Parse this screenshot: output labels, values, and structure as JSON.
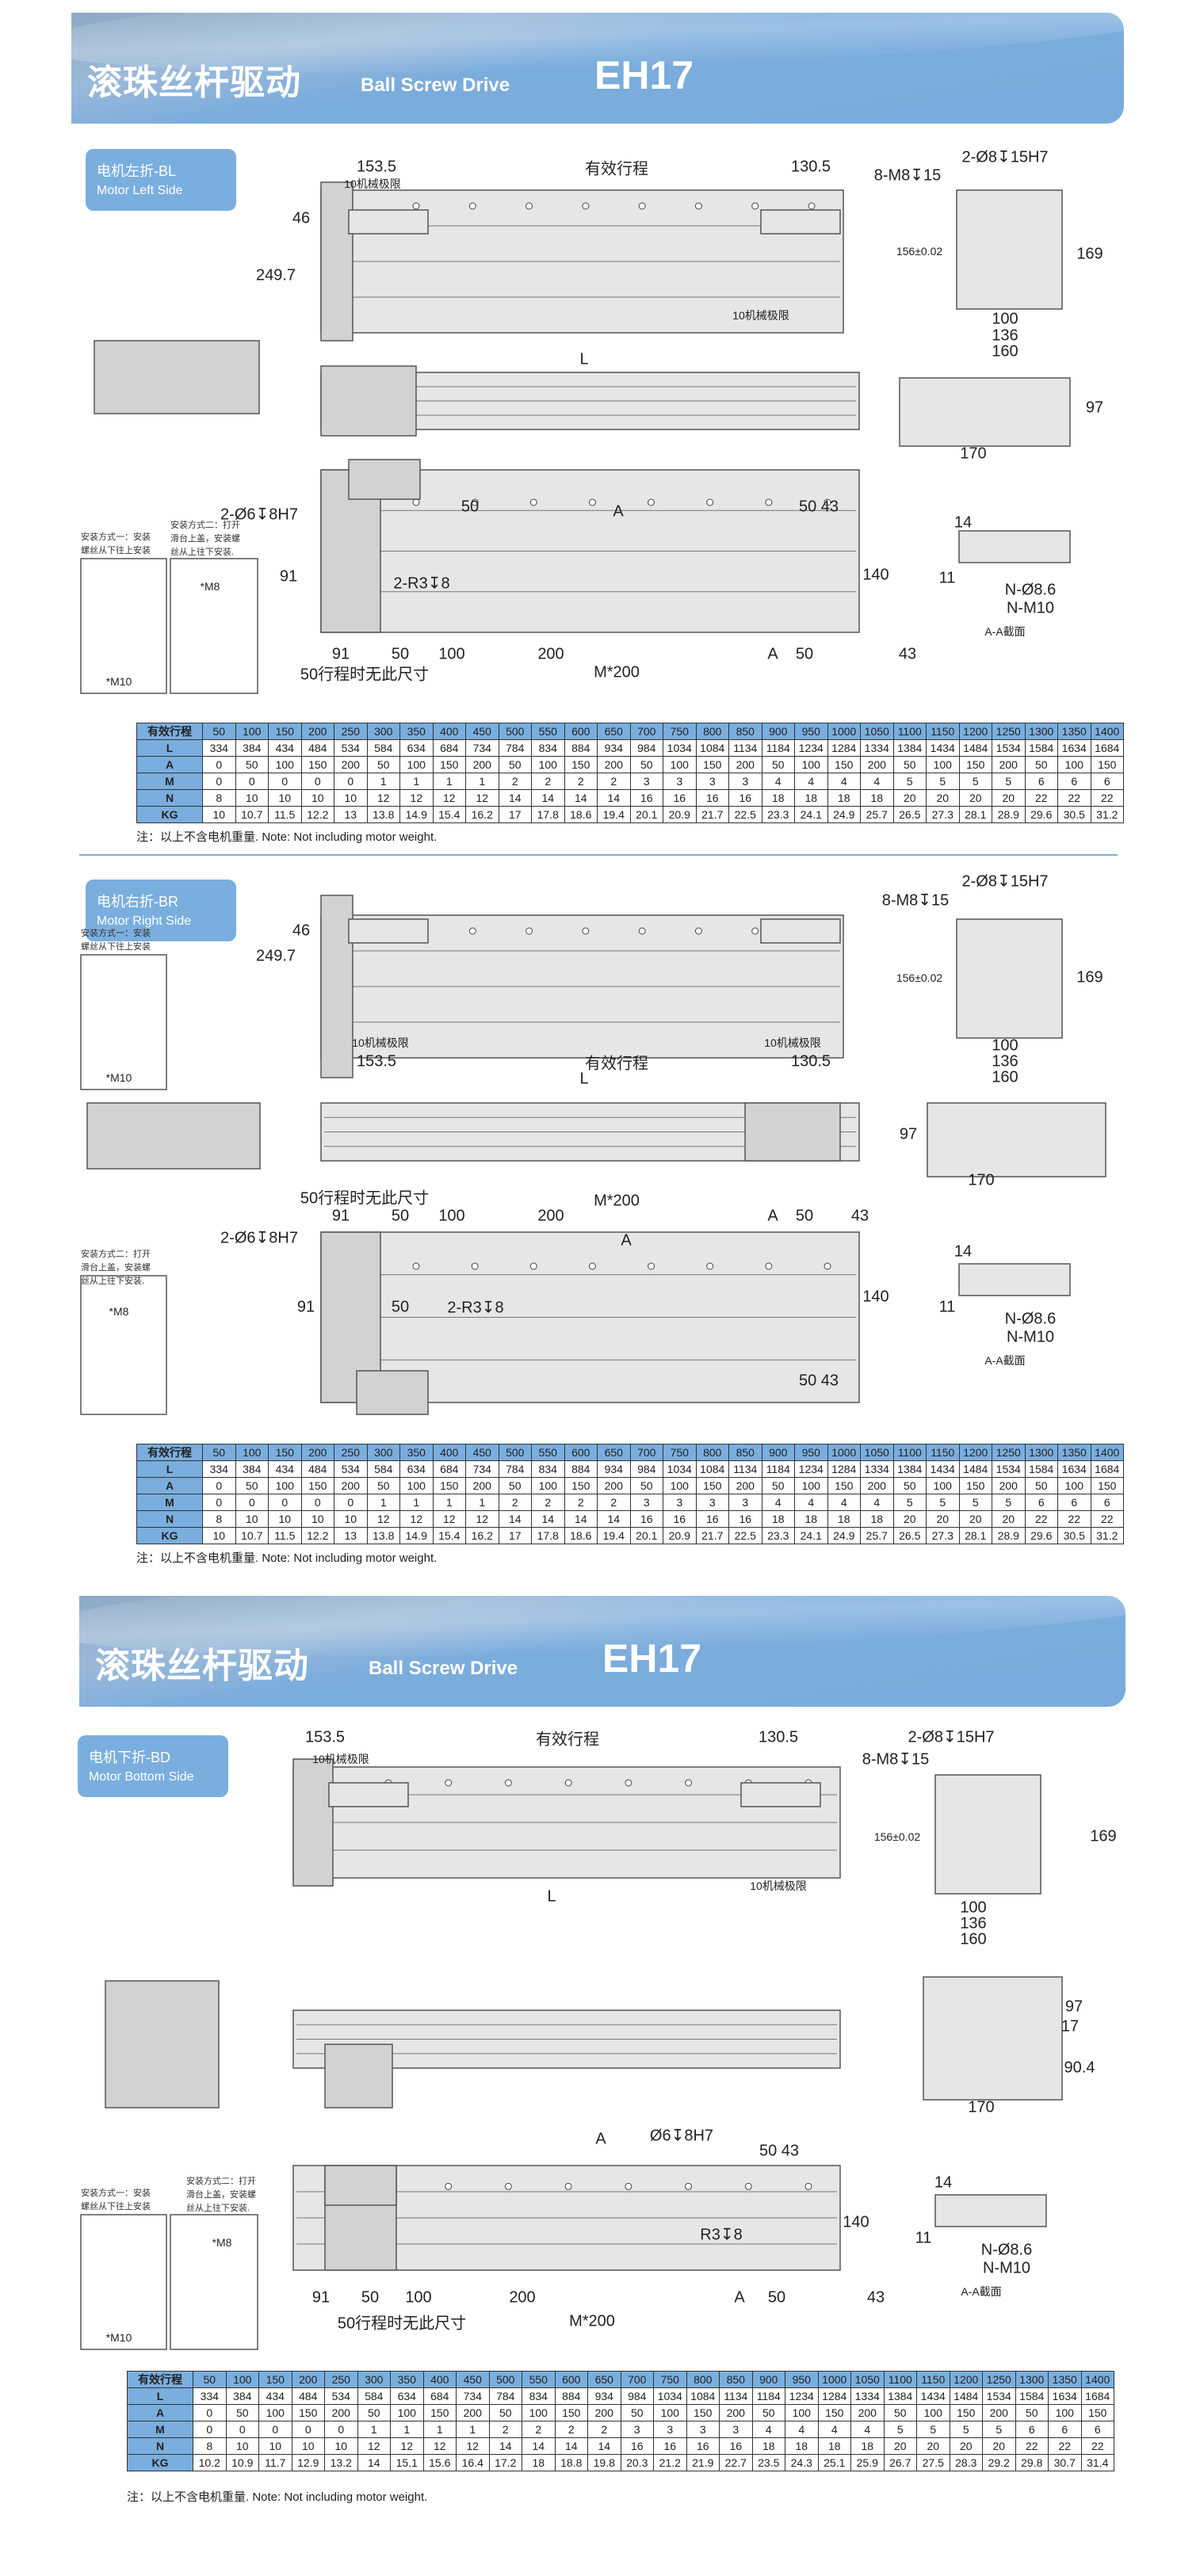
{
  "header": {
    "title_cn": "滚珠丝杆驱动",
    "title_en": "Ball Screw Drive",
    "model": "EH17"
  },
  "sections": [
    {
      "id": "bl",
      "label_cn": "电机左折-BL",
      "label_en": "Motor Left Side",
      "dims": {
        "d153": "153.5",
        "stroke": "有效行程",
        "d130": "130.5",
        "limit1": "10机械极限",
        "limit2": "10机械极限",
        "d46": "46",
        "d249": "249.7",
        "L": "L",
        "holes": "2-Ø8↧15H7",
        "threads": "8-M8↧15",
        "d156": "156±0.02",
        "d169": "169",
        "d100": "100",
        "d136": "136",
        "d160": "160",
        "d97": "97",
        "d170": "170",
        "dowel": "2-Ø6↧8H7",
        "b50": "50",
        "bA": "A",
        "b5043": "50  43",
        "b91": "91",
        "r3": "2-R3↧8",
        "d140": "140",
        "r91": "91",
        "r50": "50",
        "r100": "100",
        "r200": "200",
        "rA": "A",
        "r50b": "50",
        "r43": "43",
        "m200": "M*200",
        "nodim": "50行程时无此尺寸",
        "aa14": "14",
        "aa11": "11",
        "aan86": "N-Ø8.6",
        "aanm10": "N-M10",
        "aacap": "A-A截面"
      },
      "mount": {
        "way1": "安装方式一：安装\n螺丝从下往上安装",
        "way2": "安装方式二：打开\n滑台上盖，安装螺\n丝从上往下安装.",
        "m10": "*M10",
        "m8": "*M8"
      }
    },
    {
      "id": "br",
      "label_cn": "电机右折-BR",
      "label_en": "Motor Right Side",
      "dims": {
        "d153": "153.5",
        "stroke": "有效行程",
        "d130": "130.5",
        "limit1": "10机械极限",
        "limit2": "10机械极限",
        "d46": "46",
        "d249": "249.7",
        "L": "L",
        "holes": "2-Ø8↧15H7",
        "threads": "8-M8↧15",
        "d156": "156±0.02",
        "d169": "169",
        "d100": "100",
        "d136": "136",
        "d160": "160",
        "d97": "97",
        "d170": "170",
        "dowel": "2-Ø6↧8H7",
        "b50": "50",
        "bA": "A",
        "b5043": "50  43",
        "b91": "91",
        "r3": "2-R3↧8",
        "d140": "140",
        "r91": "91",
        "r50": "50",
        "r100": "100",
        "r200": "200",
        "rA": "A",
        "r50b": "50",
        "r43": "43",
        "m200": "M*200",
        "nodim": "50行程时无此尺寸",
        "aa14": "14",
        "aa11": "11",
        "aan86": "N-Ø8.6",
        "aanm10": "N-M10",
        "aacap": "A-A截面"
      },
      "mount": {
        "way1": "安装方式一：安装\n螺丝从下往上安装",
        "way2": "安装方式二：打开\n滑台上盖，安装螺\n丝从上往下安装.",
        "m10": "*M10",
        "m8": "*M8"
      }
    },
    {
      "id": "bd",
      "label_cn": "电机下折-BD",
      "label_en": "Motor Bottom Side",
      "dims": {
        "d153": "153.5",
        "stroke": "有效行程",
        "d130": "130.5",
        "limit1": "10机械极限",
        "limit2": "10机械极限",
        "L": "L",
        "holes": "2-Ø8↧15H7",
        "threads": "8-M8↧15",
        "d156": "156±0.02",
        "d169": "169",
        "d100": "100",
        "d136": "136",
        "d160": "160",
        "d97": "97",
        "d17": "17",
        "d904": "90.4",
        "d170": "170",
        "dowel": "Ø6↧8H7",
        "b5043": "50  43",
        "bA": "A",
        "r3": "R3↧8",
        "d140": "140",
        "r91": "91",
        "r50": "50",
        "r100": "100",
        "r200": "200",
        "rA": "A",
        "r50b": "50",
        "r43": "43",
        "m200": "M*200",
        "nodim": "50行程时无此尺寸",
        "aa14": "14",
        "aa11": "11",
        "aan86": "N-Ø8.6",
        "aanm10": "N-M10",
        "aacap": "A-A截面"
      },
      "mount": {
        "way1": "安装方式一：安装\n螺丝从下往上安装",
        "way2": "安装方式二：打开\n滑台上盖，安装螺\n丝从上往下安装.",
        "m10": "*M10",
        "m8": "*M8"
      }
    }
  ],
  "tables": [
    {
      "rows": [
        [
          "有效行程",
          "50",
          "100",
          "150",
          "200",
          "250",
          "300",
          "350",
          "400",
          "450",
          "500",
          "550",
          "600",
          "650",
          "700",
          "750",
          "800",
          "850",
          "900",
          "950",
          "1000",
          "1050",
          "1100",
          "1150",
          "1200",
          "1250",
          "1300",
          "1350",
          "1400"
        ],
        [
          "L",
          "334",
          "384",
          "434",
          "484",
          "534",
          "584",
          "634",
          "684",
          "734",
          "784",
          "834",
          "884",
          "934",
          "984",
          "1034",
          "1084",
          "1134",
          "1184",
          "1234",
          "1284",
          "1334",
          "1384",
          "1434",
          "1484",
          "1534",
          "1584",
          "1634",
          "1684"
        ],
        [
          "A",
          "0",
          "50",
          "100",
          "150",
          "200",
          "50",
          "100",
          "150",
          "200",
          "50",
          "100",
          "150",
          "200",
          "50",
          "100",
          "150",
          "200",
          "50",
          "100",
          "150",
          "200",
          "50",
          "100",
          "150",
          "200",
          "50",
          "100",
          "150"
        ],
        [
          "M",
          "0",
          "0",
          "0",
          "0",
          "0",
          "1",
          "1",
          "1",
          "1",
          "2",
          "2",
          "2",
          "2",
          "3",
          "3",
          "3",
          "3",
          "4",
          "4",
          "4",
          "4",
          "5",
          "5",
          "5",
          "5",
          "6",
          "6",
          "6"
        ],
        [
          "N",
          "8",
          "10",
          "10",
          "10",
          "10",
          "12",
          "12",
          "12",
          "12",
          "14",
          "14",
          "14",
          "14",
          "16",
          "16",
          "16",
          "16",
          "18",
          "18",
          "18",
          "18",
          "20",
          "20",
          "20",
          "20",
          "22",
          "22",
          "22"
        ],
        [
          "KG",
          "10",
          "10.7",
          "11.5",
          "12.2",
          "13",
          "13.8",
          "14.9",
          "15.4",
          "16.2",
          "17",
          "17.8",
          "18.6",
          "19.4",
          "20.1",
          "20.9",
          "21.7",
          "22.5",
          "23.3",
          "24.1",
          "24.9",
          "25.7",
          "26.5",
          "27.3",
          "28.1",
          "28.9",
          "29.6",
          "30.5",
          "31.2"
        ]
      ],
      "note": "注：以上不含电机重量. Note: Not including motor weight."
    },
    {
      "rows": [
        [
          "有效行程",
          "50",
          "100",
          "150",
          "200",
          "250",
          "300",
          "350",
          "400",
          "450",
          "500",
          "550",
          "600",
          "650",
          "700",
          "750",
          "800",
          "850",
          "900",
          "950",
          "1000",
          "1050",
          "1100",
          "1150",
          "1200",
          "1250",
          "1300",
          "1350",
          "1400"
        ],
        [
          "L",
          "334",
          "384",
          "434",
          "484",
          "534",
          "584",
          "634",
          "684",
          "734",
          "784",
          "834",
          "884",
          "934",
          "984",
          "1034",
          "1084",
          "1134",
          "1184",
          "1234",
          "1284",
          "1334",
          "1384",
          "1434",
          "1484",
          "1534",
          "1584",
          "1634",
          "1684"
        ],
        [
          "A",
          "0",
          "50",
          "100",
          "150",
          "200",
          "50",
          "100",
          "150",
          "200",
          "50",
          "100",
          "150",
          "200",
          "50",
          "100",
          "150",
          "200",
          "50",
          "100",
          "150",
          "200",
          "50",
          "100",
          "150",
          "200",
          "50",
          "100",
          "150"
        ],
        [
          "M",
          "0",
          "0",
          "0",
          "0",
          "0",
          "1",
          "1",
          "1",
          "1",
          "2",
          "2",
          "2",
          "2",
          "3",
          "3",
          "3",
          "3",
          "4",
          "4",
          "4",
          "4",
          "5",
          "5",
          "5",
          "5",
          "6",
          "6",
          "6"
        ],
        [
          "N",
          "8",
          "10",
          "10",
          "10",
          "10",
          "12",
          "12",
          "12",
          "12",
          "14",
          "14",
          "14",
          "14",
          "16",
          "16",
          "16",
          "16",
          "18",
          "18",
          "18",
          "18",
          "20",
          "20",
          "20",
          "20",
          "22",
          "22",
          "22"
        ],
        [
          "KG",
          "10",
          "10.7",
          "11.5",
          "12.2",
          "13",
          "13.8",
          "14.9",
          "15.4",
          "16.2",
          "17",
          "17.8",
          "18.6",
          "19.4",
          "20.1",
          "20.9",
          "21.7",
          "22.5",
          "23.3",
          "24.1",
          "24.9",
          "25.7",
          "26.5",
          "27.3",
          "28.1",
          "28.9",
          "29.6",
          "30.5",
          "31.2"
        ]
      ],
      "note": "注：以上不含电机重量. Note: Not including motor weight."
    },
    {
      "rows": [
        [
          "有效行程",
          "50",
          "100",
          "150",
          "200",
          "250",
          "300",
          "350",
          "400",
          "450",
          "500",
          "550",
          "600",
          "650",
          "700",
          "750",
          "800",
          "850",
          "900",
          "950",
          "1000",
          "1050",
          "1100",
          "1150",
          "1200",
          "1250",
          "1300",
          "1350",
          "1400"
        ],
        [
          "L",
          "334",
          "384",
          "434",
          "484",
          "534",
          "584",
          "634",
          "684",
          "734",
          "784",
          "834",
          "884",
          "934",
          "984",
          "1034",
          "1084",
          "1134",
          "1184",
          "1234",
          "1284",
          "1334",
          "1384",
          "1434",
          "1484",
          "1534",
          "1584",
          "1634",
          "1684"
        ],
        [
          "A",
          "0",
          "50",
          "100",
          "150",
          "200",
          "50",
          "100",
          "150",
          "200",
          "50",
          "100",
          "150",
          "200",
          "50",
          "100",
          "150",
          "200",
          "50",
          "100",
          "150",
          "200",
          "50",
          "100",
          "150",
          "200",
          "50",
          "100",
          "150"
        ],
        [
          "M",
          "0",
          "0",
          "0",
          "0",
          "0",
          "1",
          "1",
          "1",
          "1",
          "2",
          "2",
          "2",
          "2",
          "3",
          "3",
          "3",
          "3",
          "4",
          "4",
          "4",
          "4",
          "5",
          "5",
          "5",
          "5",
          "6",
          "6",
          "6"
        ],
        [
          "N",
          "8",
          "10",
          "10",
          "10",
          "10",
          "12",
          "12",
          "12",
          "12",
          "14",
          "14",
          "14",
          "14",
          "16",
          "16",
          "16",
          "16",
          "18",
          "18",
          "18",
          "18",
          "20",
          "20",
          "20",
          "20",
          "22",
          "22",
          "22"
        ],
        [
          "KG",
          "10.2",
          "10.9",
          "11.7",
          "12.9",
          "13.2",
          "14",
          "15.1",
          "15.6",
          "16.4",
          "17.2",
          "18",
          "18.8",
          "19.8",
          "20.3",
          "21.2",
          "21.9",
          "22.7",
          "23.5",
          "24.3",
          "25.1",
          "25.9",
          "26.7",
          "27.5",
          "28.3",
          "29.2",
          "29.8",
          "30.7",
          "31.4"
        ]
      ],
      "note": "注：以上不含电机重量. Note: Not including motor weight."
    }
  ]
}
